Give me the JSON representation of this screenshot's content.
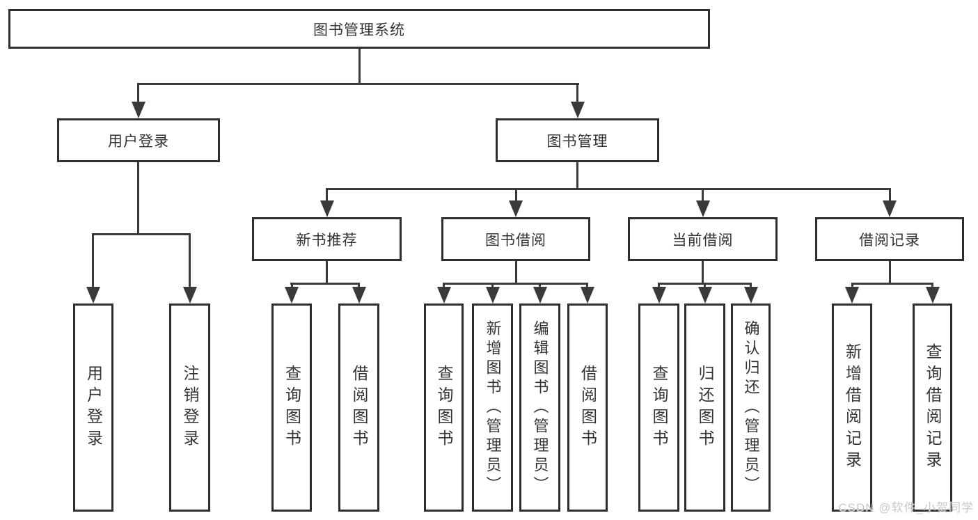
{
  "diagram": {
    "root": "图书管理系统",
    "level2": {
      "user_login": "用户登录",
      "book_mgmt": "图书管理"
    },
    "level3": {
      "new_book_rec": "新书推荐",
      "book_borrow": "图书借阅",
      "current_borrow": "当前借阅",
      "borrow_records": "借阅记录"
    },
    "leaves": {
      "user_login": [
        "用户登录",
        "注销登录"
      ],
      "new_book_rec": [
        "查询图书",
        "借阅图书"
      ],
      "book_borrow": [
        "查询图书",
        "新增图书（管理员）",
        "编辑图书（管理员）",
        "借阅图书"
      ],
      "current_borrow": [
        "查询图书",
        "归还图书",
        "确认归还（管理员）"
      ],
      "borrow_records": [
        "新增借阅记录",
        "查询借阅记录"
      ]
    },
    "colors": {
      "line": "#3a3a3a",
      "box_border": "#2e2e2e",
      "background": "#ffffff",
      "text": "#333333",
      "watermark": "#c9c9c9"
    },
    "watermark": "CSDN @软件_小贺同学"
  }
}
